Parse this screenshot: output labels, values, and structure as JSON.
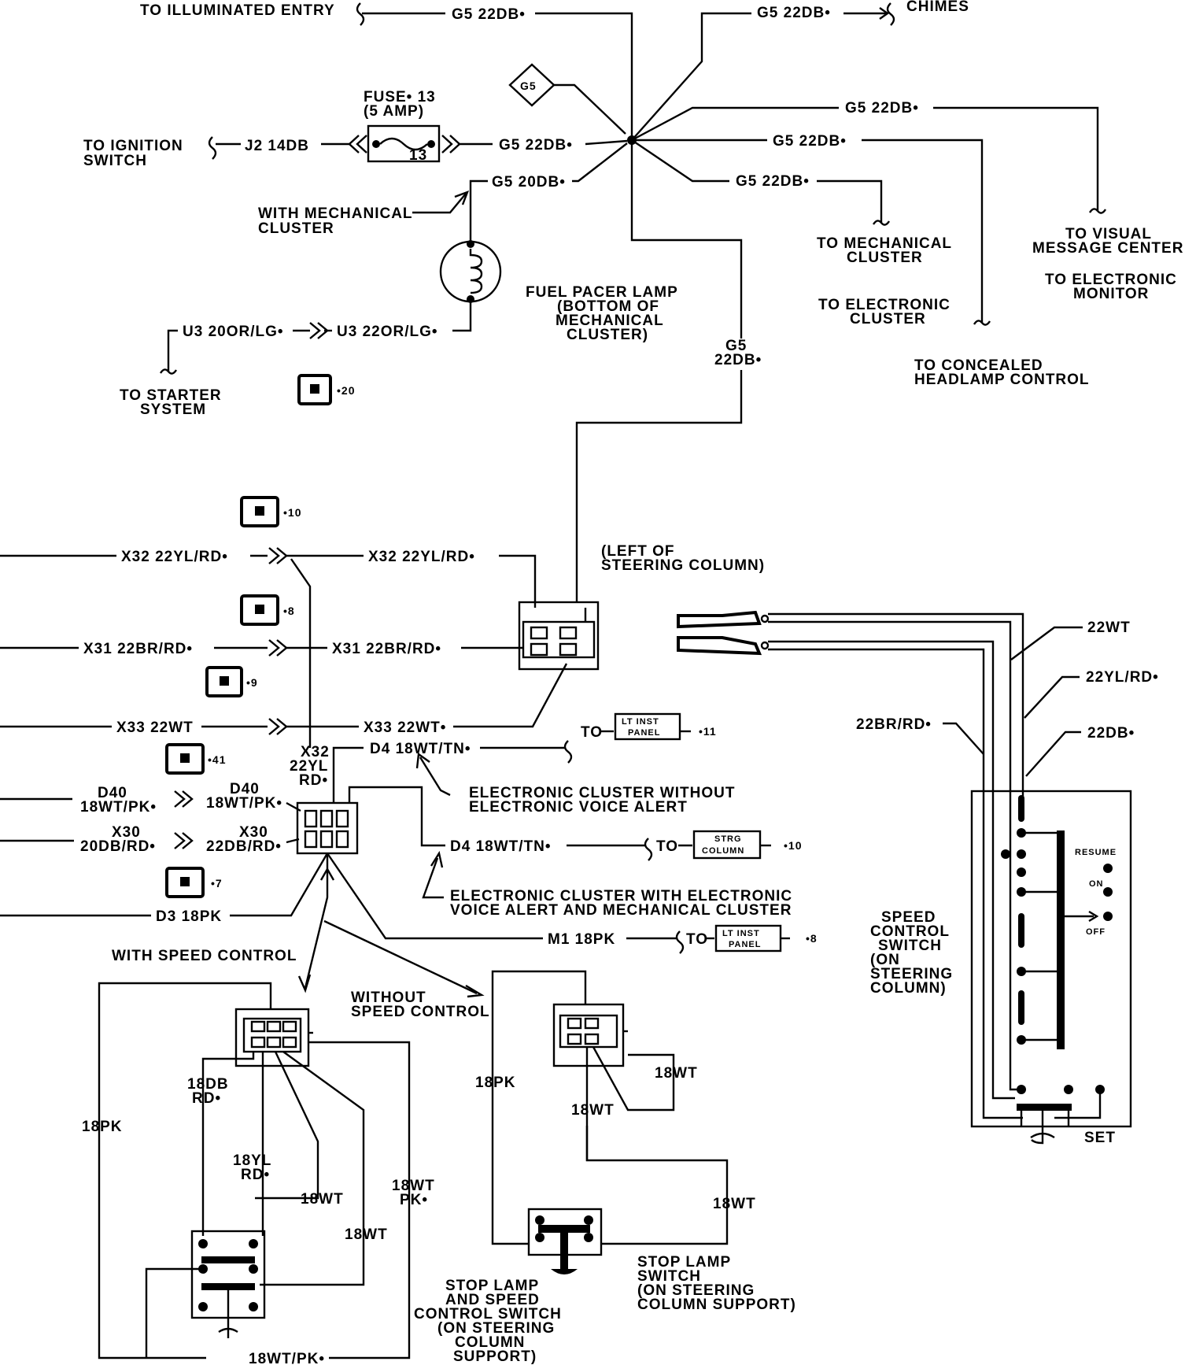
{
  "labels": {
    "illum_entry": "TO ILLUMINATED ENTRY",
    "chimes": "CHIMES",
    "g5_22db": "G5 22DB•",
    "g5_20db": "G5 20DB•",
    "g5_diamond": "G5",
    "fuse_line1": "FUSE• 13",
    "fuse_line2": "(5 AMP)",
    "fuse_num": "13",
    "ign_line1": "TO IGNITION",
    "ign_line2": "SWITCH",
    "j2": "J2 14DB",
    "mech_line1": "WITH MECHANICAL",
    "mech_line2": "CLUSTER",
    "u3_a": "U3 20OR/LG•",
    "u3_b": "U3 22OR/LG•",
    "starter_line1": "TO STARTER",
    "starter_line2": "SYSTEM",
    "fp_line1": "FUEL PACER LAMP",
    "fp_line2": "(BOTTOM OF",
    "fp_line3": "MECHANICAL",
    "fp_line4": "CLUSTER)",
    "g5_v1": "G5",
    "g5_v2": "22DB•",
    "to_mech_line1": "TO MECHANICAL",
    "to_mech_line2": "CLUSTER",
    "to_elec_line1": "TO ELECTRONIC",
    "to_elec_line2": "CLUSTER",
    "vmc_line1": "TO VISUAL",
    "vmc_line2": "MESSAGE CENTER",
    "emon_line1": "TO ELECTRONIC",
    "emon_line2": "MONITOR",
    "chc_line1": "TO CONCEALED",
    "chc_line2": "HEADLAMP CONTROL",
    "c20": "•20",
    "c10": "•10",
    "c8": "•8",
    "c9": "•9",
    "c41": "•41",
    "c7": "•7",
    "x32": "X32 22YL/RD•",
    "x31": "X31 22BR/RD•",
    "x33": "X33 22WT",
    "x33b": "X33 22WT•",
    "left_col_line1": "(LEFT OF",
    "left_col_line2": "STEERING COLUMN)",
    "x32v_line1": "X32",
    "x32v_line2": "22YL",
    "x32v_line3": "RD•",
    "d4_a": "D4 18WT/TN•",
    "d4_b": "D4 18WT/TN•",
    "to": "TO",
    "lt_inst_line1": "LT INST",
    "lt_inst_line2": "PANEL",
    "c11": "•11",
    "d40_a_line1": "D40",
    "d40_a_line2": "18WT/PK•",
    "d40_b_line1": "D40",
    "d40_b_line2": "18WT/PK•",
    "x30_a_line1": "X30",
    "x30_a_line2": "20DB/RD•",
    "x30_b_line1": "X30",
    "x30_b_line2": "22DB/RD•",
    "ec_wo_line1": "ELECTRONIC CLUSTER WITHOUT",
    "ec_wo_line2": "ELECTRONIC VOICE ALERT",
    "strg_line1": "STRG",
    "strg_line2": "COLUMN",
    "c10b": "•10",
    "ec_w_line1": "ELECTRONIC CLUSTER WITH ELECTRONIC",
    "ec_w_line2": "VOICE ALERT AND MECHANICAL CLUSTER",
    "d3": "D3 18PK",
    "m1": "M1 18PK",
    "c8b": "•8",
    "with_sc": "WITH SPEED CONTROL",
    "without_sc_line1": "WITHOUT",
    "without_sc_line2": "SPEED CONTROL",
    "w22wt": "22WT",
    "w22ylrd": "22YL/RD•",
    "w22brrd": "22BR/RD•",
    "w22db": "22DB•",
    "resume": "RESUME",
    "on": "ON",
    "off": "OFF",
    "set": "SET",
    "scs_line1": "SPEED",
    "scs_line2": "CONTROL",
    "scs_line3": "SWITCH",
    "scs_line4": "(ON",
    "scs_line5": "STEERING",
    "scs_line6": "COLUMN)",
    "w18pk": "18PK",
    "w18dbrd_line1": "18DB",
    "w18dbrd_line2": "RD•",
    "w18ylrd_line1": "18YL",
    "w18ylrd_line2": "RD•",
    "w18wt": "18WT",
    "w18wtpk_line1": "18WT",
    "w18wtpk_line2": "PK•",
    "w18wtpk_b": "18WT/PK•",
    "sl_sc_line1": "STOP LAMP",
    "sl_sc_line2": "AND SPEED",
    "sl_sc_line3": "CONTROL SWITCH",
    "sl_sc_line4": "(ON STEERING",
    "sl_sc_line5": "COLUMN",
    "sl_sc_line6": "SUPPORT)",
    "sl_line1": "STOP LAMP",
    "sl_line2": "SWITCH",
    "sl_line3": "(ON STEERING",
    "sl_line4": "COLUMN SUPPORT)"
  }
}
